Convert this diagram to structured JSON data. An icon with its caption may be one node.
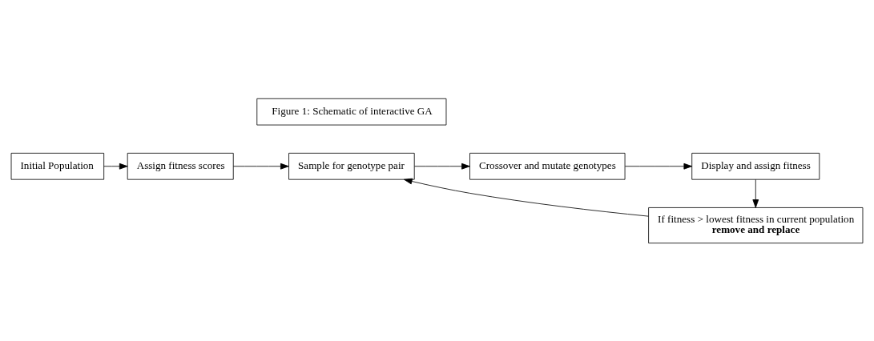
{
  "diagram": {
    "nodes": [
      {
        "text": [
          "Initial Population"
        ]
      },
      {
        "text": [
          "Assign fitness scores"
        ]
      },
      {
        "text": [
          "Sample for genotype pair"
        ]
      },
      {
        "text": [
          "Crossover and mutate genotypes"
        ]
      },
      {
        "text": [
          "Display and assign fitness"
        ]
      },
      {
        "text": [
          "If fitness > lowest fitness in current population",
          "remove and replace"
        ]
      },
      {
        "text": [
          "Figure 1: Schematic of interactive GA"
        ]
      }
    ],
    "edges": [
      {
        "from": 0,
        "to": 1,
        "arrow": "to"
      },
      {
        "from": 1,
        "to": 2,
        "arrow": "to"
      },
      {
        "from": 2,
        "to": 3,
        "arrow": "to"
      },
      {
        "from": 3,
        "to": 4,
        "arrow": "to"
      },
      {
        "from": 4,
        "to": 5,
        "arrow": "to"
      },
      {
        "from": 5,
        "to": 2,
        "arrow": "to"
      }
    ]
  }
}
